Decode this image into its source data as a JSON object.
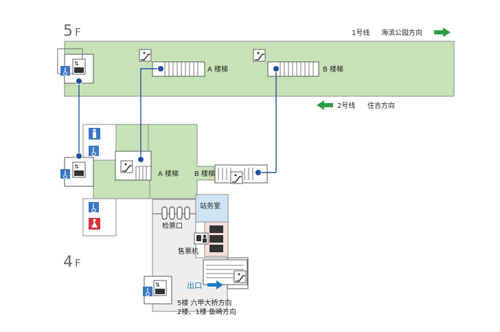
{
  "floors": {
    "upper": "5",
    "upper_unit": "F",
    "lower": "4",
    "lower_unit": "F"
  },
  "lines": {
    "line1": {
      "name": "1号线",
      "direction": "海滨公园方向"
    },
    "line2": {
      "name": "2号线",
      "direction": "住吉方向"
    }
  },
  "stairs": {
    "a": "A 楼梯",
    "b": "B 楼梯",
    "a_lower": "A 楼梯",
    "b_lower": "B 楼梯"
  },
  "facilities": {
    "station_office": "站务室",
    "ticket_gate": "检票口",
    "ticket_machine": "售票机",
    "exit": "出口"
  },
  "exit_directions": {
    "line1": "5楼  六甲大桥方向",
    "line2": "2楼、1楼  鱼崎方向"
  },
  "colors": {
    "platform": "#c8e2b7",
    "concourse_floor": "#eeeeee",
    "office_blue": "#cfe4f3",
    "machine_pink": "#f7dede",
    "route_blue": "#1e4f9c",
    "arrow_green": "#2ea043",
    "accessible_blue": "#3a77c6",
    "female_red": "#d8343f",
    "exit_blue": "#1f7ac0"
  },
  "icons": [
    "elevator-icon",
    "wheelchair-icon",
    "escalator-icon",
    "male-icon",
    "female-icon",
    "staff-icon",
    "exit-arrow-icon"
  ]
}
